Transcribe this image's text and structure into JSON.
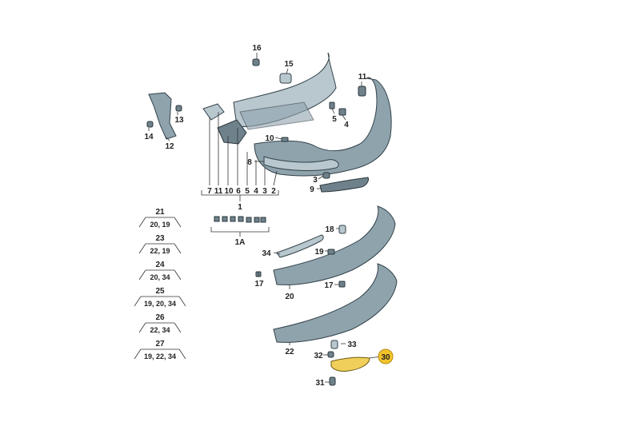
{
  "labels": {
    "p16": "16",
    "p15": "15",
    "p11": "11",
    "p13": "13",
    "p14": "14",
    "p12": "12",
    "p5": "5",
    "p4": "4",
    "p10": "10",
    "p8": "8",
    "p3": "3",
    "p9": "9",
    "p1": "1",
    "p1a": "1A",
    "p18": "18",
    "p34": "34",
    "p19": "19",
    "p17a": "17",
    "p17b": "17",
    "p20": "20",
    "p22": "22",
    "p33": "33",
    "p32": "32",
    "p30": "30",
    "p31": "31"
  },
  "group1_row": [
    "7",
    "11",
    "10",
    "6",
    "5",
    "4",
    "3",
    "2"
  ],
  "kits": [
    {
      "id": "21",
      "items": "20, 19"
    },
    {
      "id": "23",
      "items": "22, 19"
    },
    {
      "id": "24",
      "items": "20, 34"
    },
    {
      "id": "25",
      "items": "19, 20, 34"
    },
    {
      "id": "26",
      "items": "22, 34"
    },
    {
      "id": "27",
      "items": "19, 22, 34"
    }
  ],
  "highlight": {
    "part": "30",
    "color": "#f2c32b"
  }
}
